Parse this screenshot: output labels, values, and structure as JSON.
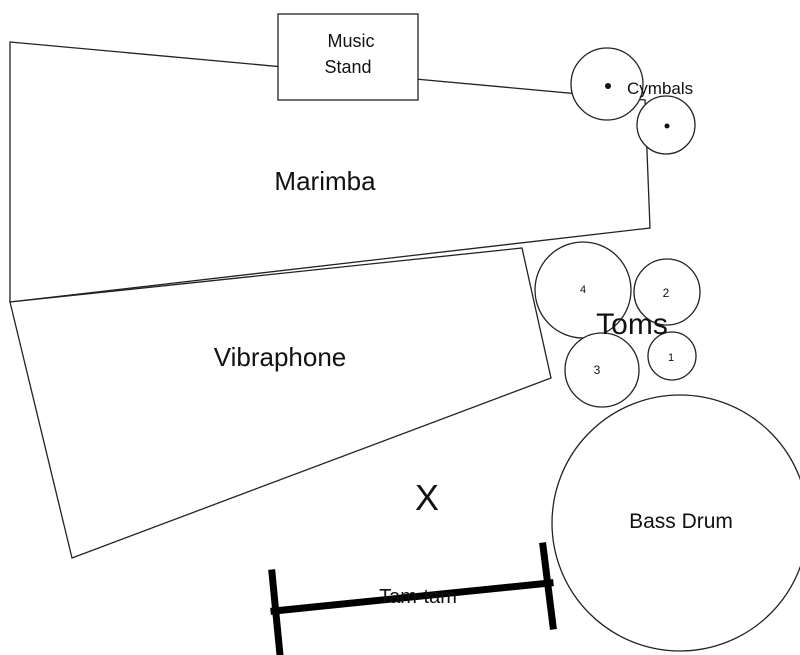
{
  "diagram": {
    "music_stand": {
      "line1": "Music",
      "line2": "Stand"
    },
    "marimba": "Marimba",
    "vibraphone": "Vibraphone",
    "cymbals": "Cymbals",
    "toms": {
      "label": "Toms",
      "numbers": [
        "4",
        "2",
        "3",
        "1"
      ]
    },
    "bass_drum": "Bass Drum",
    "player_position": "X",
    "tam_tam": "Tam-tam"
  }
}
